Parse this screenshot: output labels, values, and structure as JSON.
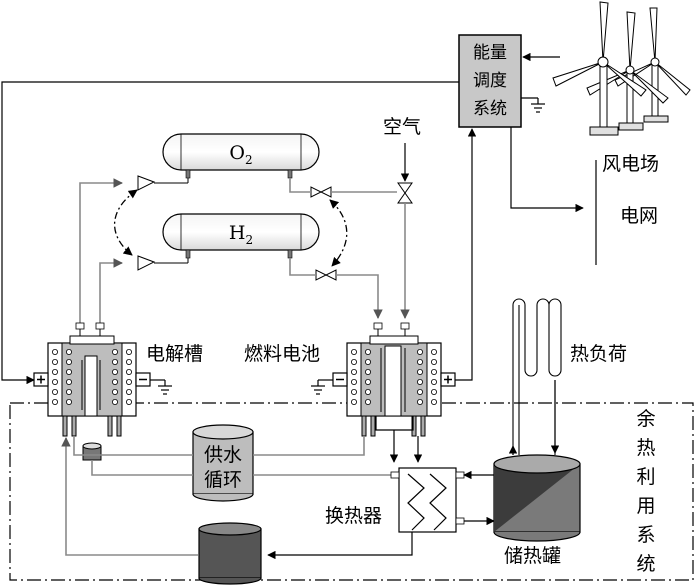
{
  "labels": {
    "o2": "O",
    "o2_sub": "2",
    "h2": "H",
    "h2_sub": "2",
    "air": "空气",
    "dispatch": [
      "能量",
      "调度",
      "系统"
    ],
    "wind_farm": "风电场",
    "grid": "电网",
    "electrolyzer": "电解槽",
    "fuel_cell": "燃料电池",
    "heat_load": "热负荷",
    "water_cycle": [
      "供水",
      "循环"
    ],
    "heat_exchanger": "换热器",
    "heat_storage": "储热罐",
    "waste_heat": [
      "余",
      "热",
      "利",
      "用",
      "系",
      "统"
    ]
  },
  "colors": {
    "line": "#000000",
    "pipe": "#8a8a8a",
    "box_fill": "#c8c8c8",
    "tank_grey": "#bdbdbd",
    "dark_tank": "#555555",
    "storage_dark": "#3c3c3c",
    "storage_mid": "#7a7a7a"
  },
  "icons": [
    "wind-turbine-icon",
    "ground-icon",
    "valve-icon",
    "compressor-icon",
    "coil-icon",
    "plus-terminal-icon",
    "minus-terminal-icon"
  ]
}
